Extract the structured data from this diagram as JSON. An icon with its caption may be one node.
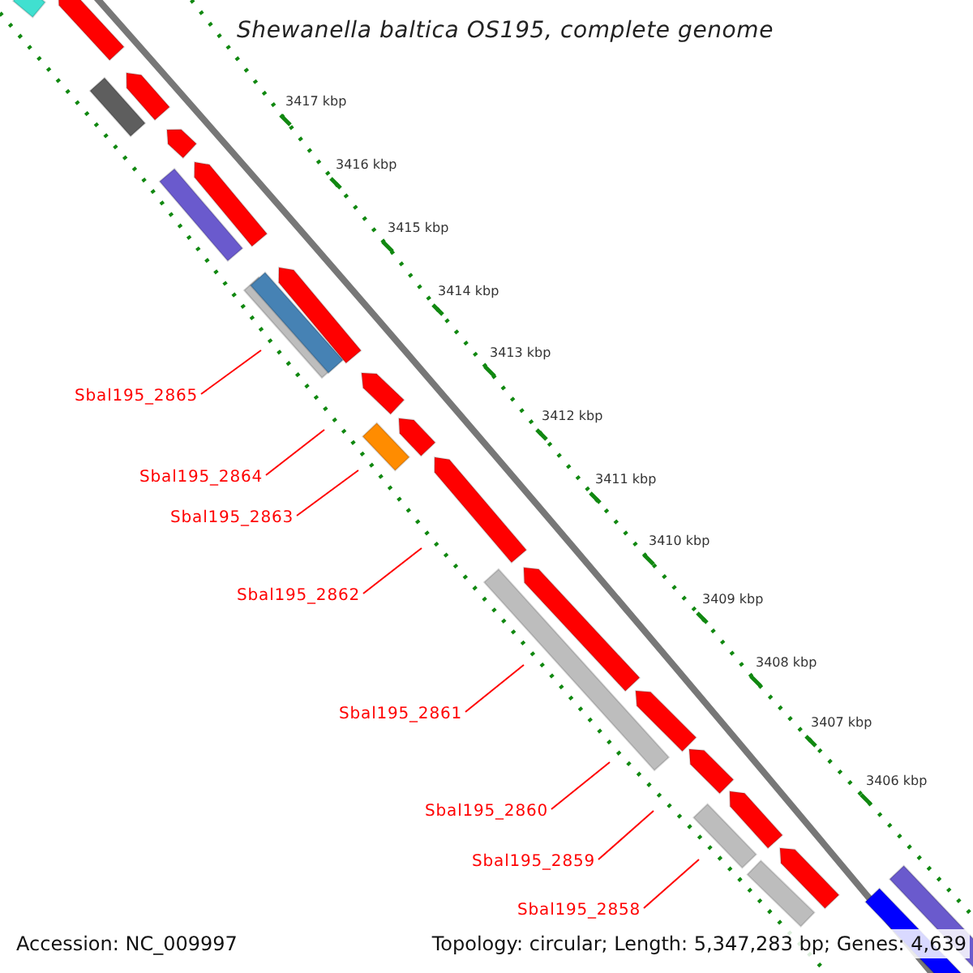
{
  "diagram": {
    "title": "Shewanella baltica OS195, complete genome",
    "nodes": [
      {
        "text": [
          "Sbal195_2865"
        ]
      },
      {
        "text": [
          "Sbal195_2864"
        ]
      },
      {
        "text": [
          "Sbal195_2863"
        ]
      },
      {
        "text": [
          "Sbal195_2862"
        ]
      },
      {
        "text": [
          "Sbal195_2861"
        ]
      },
      {
        "text": [
          "Sbal195_2860"
        ]
      },
      {
        "text": [
          "Sbal195_2859"
        ]
      },
      {
        "text": [
          "Sbal195_2858"
        ]
      }
    ],
    "edges": [
      {
        "from": 0,
        "to": null,
        "arrow": "none"
      },
      {
        "from": 1,
        "to": null,
        "arrow": "none"
      },
      {
        "from": 2,
        "to": null,
        "arrow": "none"
      },
      {
        "from": 3,
        "to": null,
        "arrow": "none"
      },
      {
        "from": 4,
        "to": null,
        "arrow": "none"
      },
      {
        "from": 5,
        "to": null,
        "arrow": "none"
      },
      {
        "from": 6,
        "to": null,
        "arrow": "none"
      },
      {
        "from": 7,
        "to": null,
        "arrow": "none"
      }
    ],
    "labels": [
      "3417 kbp",
      "3416 kbp",
      "3415 kbp",
      "3414 kbp",
      "3413 kbp",
      "3412 kbp",
      "3411 kbp",
      "3410 kbp",
      "3409 kbp",
      "3408 kbp",
      "3407 kbp",
      "3406 kbp",
      "Accession: NC_009997",
      "Topology: circular; Length: 5,347,283 bp; Genes: 4,639"
    ]
  }
}
